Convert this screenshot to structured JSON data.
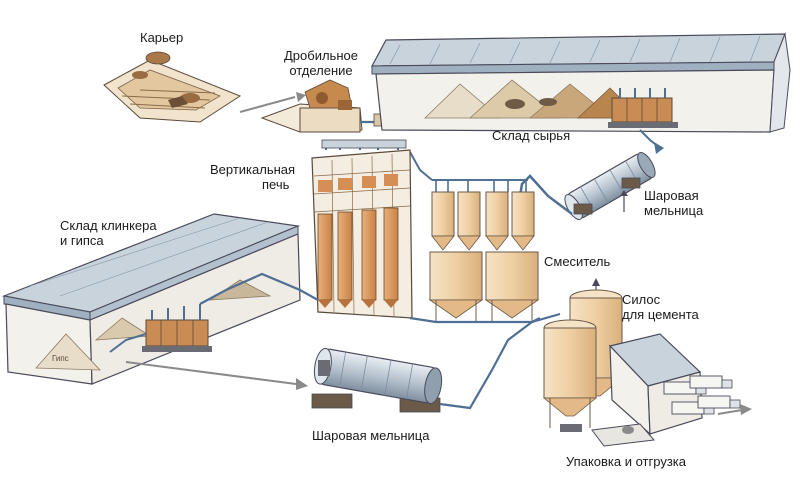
{
  "labels": {
    "quarry": "Карьер",
    "crusher_line1": "Дробильное",
    "crusher_line2": "отделение",
    "raw_storage": "Склад сырья",
    "kiln_line1": "Вертикальная",
    "kiln_line2": "печь",
    "ball_mill_top_line1": "Шаровая",
    "ball_mill_top_line2": "мельница",
    "clinker_line1": "Склад клинкера",
    "clinker_line2": "и гипса",
    "mixer": "Смеситель",
    "silo_line1": "Силос",
    "silo_line2": "для цемента",
    "ball_mill_bottom": "Шаровая мельница",
    "packing": "Упаковка и отгрузка",
    "gypsum_pile": "Гипс"
  },
  "colors": {
    "outline": "#4a4a5a",
    "roof": "#c9d3dc",
    "wall": "#f3f1ec",
    "pipe": "#4f6f93",
    "ore": "#c79a66",
    "silo": "#f0d2a8",
    "kiln_column": "#d99a5e",
    "mill": "#b9c4cf"
  }
}
